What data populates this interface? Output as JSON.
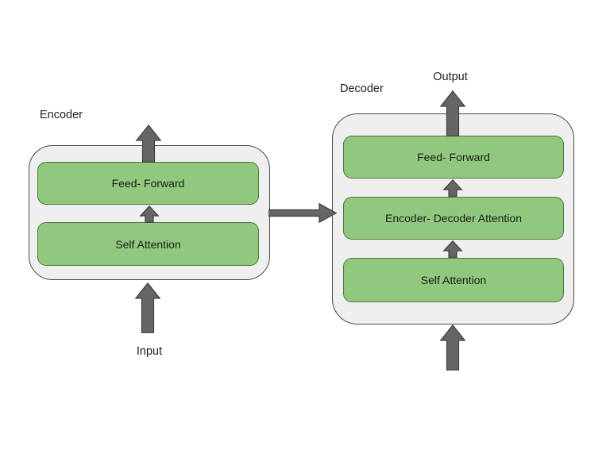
{
  "diagram": {
    "title_hint": "Transformer encoder-decoder block diagram",
    "encoder": {
      "title": "Encoder",
      "blocks": [
        {
          "label": "Feed- Forward"
        },
        {
          "label": "Self Attention"
        }
      ],
      "input_label": "Input"
    },
    "decoder": {
      "title": "Decoder",
      "blocks": [
        {
          "label": "Feed- Forward"
        },
        {
          "label": "Encoder- Decoder Attention"
        },
        {
          "label": "Self Attention"
        }
      ],
      "output_label": "Output"
    },
    "connections": [
      {
        "from": "Input",
        "to": "Encoder / Self Attention",
        "direction": "up"
      },
      {
        "from": "Encoder / Self Attention",
        "to": "Encoder / Feed- Forward",
        "direction": "up"
      },
      {
        "from": "Encoder / Feed- Forward",
        "to": "encoder top (out)",
        "direction": "up"
      },
      {
        "from": "Encoder",
        "to": "Decoder / Encoder- Decoder Attention",
        "direction": "right"
      },
      {
        "from": "decoder bottom (in)",
        "to": "Decoder / Self Attention",
        "direction": "up"
      },
      {
        "from": "Decoder / Self Attention",
        "to": "Decoder / Encoder- Decoder Attention",
        "direction": "up"
      },
      {
        "from": "Decoder / Encoder- Decoder Attention",
        "to": "Decoder / Feed- Forward",
        "direction": "up"
      },
      {
        "from": "Decoder / Feed- Forward",
        "to": "Output",
        "direction": "up"
      }
    ]
  },
  "colors": {
    "background": "#ffffff",
    "container_fill": "#efefef",
    "container_border": "#4a4a4a",
    "block_fill": "#90c97e",
    "block_border": "#4e7540",
    "arrow_fill": "#666666",
    "arrow_border": "#3f3f3f",
    "text": "#222222"
  }
}
